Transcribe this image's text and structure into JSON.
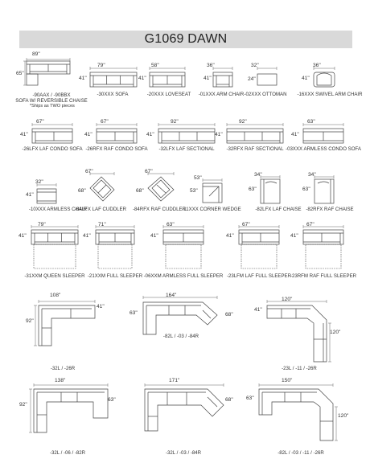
{
  "title": "G1069 DAWN",
  "items": [
    {
      "id": "90AAX",
      "label": "-90AAX / -90BBX",
      "label2": "SOFA W/ REVERSIBLE CHAISE",
      "note": "*Ships as TWO pieces",
      "width": "89\"",
      "depth": "65\""
    },
    {
      "id": "30XXX",
      "label": "-30XXX SOFA",
      "width": "79\"",
      "depth": "41\""
    },
    {
      "id": "20XXX",
      "label": "-20XXX LOVESEAT",
      "width": "58\"",
      "depth": "41\""
    },
    {
      "id": "01XXX",
      "label": "-01XXX ARM CHAIR",
      "width": "36\"",
      "depth": "41\""
    },
    {
      "id": "02XXX",
      "label": "-02XXX OTTOMAN",
      "width": "32\"",
      "depth": "24\""
    },
    {
      "id": "16XXX",
      "label": "-16XXX SWIVEL ARM CHAIR",
      "width": "36\"",
      "depth": "41\""
    },
    {
      "id": "26LFX",
      "label": "-26LFX LAF CONDO SOFA",
      "width": "67\"",
      "depth": "41\""
    },
    {
      "id": "26RFX",
      "label": "-26RFX RAF CONDO SOFA",
      "width": "67\"",
      "depth": "41\""
    },
    {
      "id": "32LFX",
      "label": "-32LFX LAF SECTIONAL",
      "width": "92\"",
      "depth": "41\""
    },
    {
      "id": "32RFX",
      "label": "-32RFX RAF SECTIONAL",
      "width": "92\"",
      "depth": "41\""
    },
    {
      "id": "03XXX",
      "label": "-03XXX ARMLESS CONDO SOFA",
      "width": "63\"",
      "depth": "41\""
    },
    {
      "id": "10XXX",
      "label": "-10XXX ARMLESS CHAIR",
      "width": "32\"",
      "depth": "41\""
    },
    {
      "id": "84LFX",
      "label": "-84LFX LAF CUDDLER",
      "width": "67\"",
      "depth": "68\""
    },
    {
      "id": "84RFX",
      "label": "-84RFX RAF CUDDLER",
      "width": "67\"",
      "depth": "68\""
    },
    {
      "id": "11XXX",
      "label": "-11XXX CORNER WEDGE",
      "width": "53\"",
      "depth": "53\""
    },
    {
      "id": "82LFX",
      "label": "-82LFX LAF CHAISE",
      "width": "34\"",
      "depth": "63\""
    },
    {
      "id": "82RFX",
      "label": "-82RFX RAF CHAISE",
      "width": "34\"",
      "depth": "63\""
    },
    {
      "id": "31XXM",
      "label": "-31XXM QUEEN SLEEPER",
      "width": "79\"",
      "depth": "41\""
    },
    {
      "id": "21XXM",
      "label": "-21XXM FULL SLEEPER",
      "width": "71\"",
      "depth": "41\""
    },
    {
      "id": "06XXM",
      "label": "-06XXM ARMLESS FULL SLEEPER",
      "width": "63\"",
      "depth": "41\""
    },
    {
      "id": "23LFM",
      "label": "-23LFM LAF FULL SLEEPER",
      "width": "67\"",
      "depth": "41\""
    },
    {
      "id": "23RFM",
      "label": "-23RFM RAF FULL SLEEPER",
      "width": "67\"",
      "depth": "41\""
    },
    {
      "id": "sec1",
      "label": "-32L / -26R",
      "width": "108\"",
      "depth": "92\"",
      "extra": "41\""
    },
    {
      "id": "sec2",
      "label": "-82L / -03 / -84R",
      "width": "164\"",
      "depth": "63\"",
      "extra": "68\""
    },
    {
      "id": "sec3",
      "label": "-23L / -11 / -26R",
      "width": "120\"",
      "depth": "41\"",
      "extra": "120\""
    },
    {
      "id": "sec4",
      "label": "-32L / -06 / -82R",
      "width": "138\"",
      "depth": "92\"",
      "extra": "63\""
    },
    {
      "id": "sec5",
      "label": "-32L / -03 / -84R",
      "width": "171\"",
      "depth": "",
      "extra": "68\""
    },
    {
      "id": "sec6",
      "label": "-82L / -03 / -11 / -26R",
      "width": "150\"",
      "depth": "63\"",
      "extra": "120\""
    }
  ]
}
